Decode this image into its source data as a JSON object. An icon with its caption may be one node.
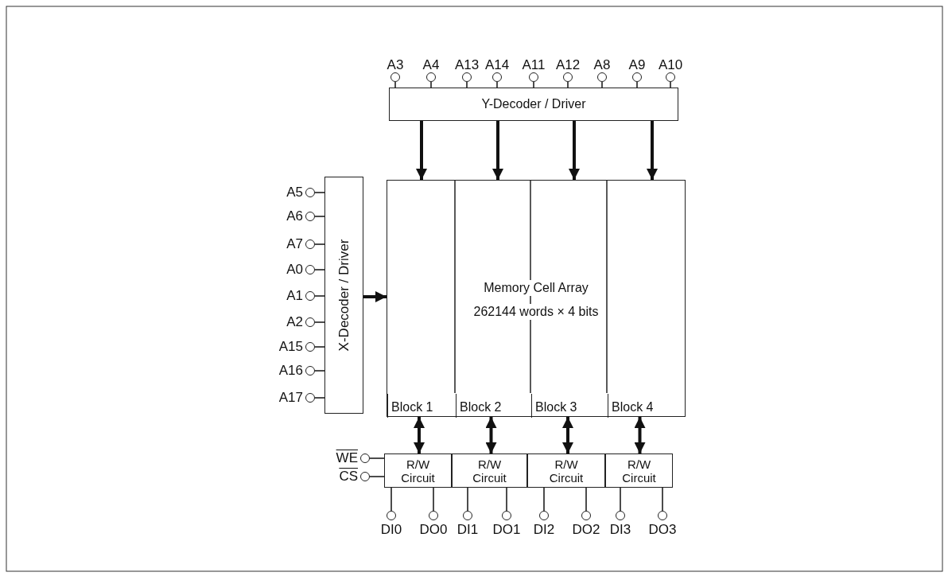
{
  "diagram": {
    "nodes": [
      {
        "text": [
          "Y-Decoder / Driver"
        ]
      },
      {
        "text": [
          "X-Decoder / Driver"
        ]
      },
      {
        "text": [
          "Memory Cell Array",
          "262144 words × 4 bits"
        ]
      },
      {
        "text": [
          "Block 1"
        ],
        "in": 2
      },
      {
        "text": [
          "Block 2"
        ],
        "in": 2
      },
      {
        "text": [
          "Block 3"
        ],
        "in": 2
      },
      {
        "text": [
          "Block 4"
        ],
        "in": 2
      },
      {
        "text": [
          "R/W Circuit"
        ]
      },
      {
        "text": [
          "R/W Circuit"
        ]
      },
      {
        "text": [
          "R/W Circuit"
        ]
      },
      {
        "text": [
          "R/W Circuit"
        ]
      },
      {
        "text": [],
        "shape": "circle",
        "beside": [
          "A3"
        ]
      },
      {
        "text": [],
        "shape": "circle",
        "beside": [
          "A4"
        ]
      },
      {
        "text": [],
        "shape": "circle",
        "beside": [
          "A13"
        ]
      },
      {
        "text": [],
        "shape": "circle",
        "beside": [
          "A14"
        ]
      },
      {
        "text": [],
        "shape": "circle",
        "beside": [
          "A11"
        ]
      },
      {
        "text": [],
        "shape": "circle",
        "beside": [
          "A12"
        ]
      },
      {
        "text": [],
        "shape": "circle",
        "beside": [
          "A8"
        ]
      },
      {
        "text": [],
        "shape": "circle",
        "beside": [
          "A9"
        ]
      },
      {
        "text": [],
        "shape": "circle",
        "beside": [
          "A10"
        ]
      },
      {
        "text": [],
        "shape": "circle",
        "beside": [
          "A5"
        ]
      },
      {
        "text": [],
        "shape": "circle",
        "beside": [
          "A6"
        ]
      },
      {
        "text": [],
        "shape": "circle",
        "beside": [
          "A7"
        ]
      },
      {
        "text": [],
        "shape": "circle",
        "beside": [
          "A0"
        ]
      },
      {
        "text": [],
        "shape": "circle",
        "beside": [
          "A1"
        ]
      },
      {
        "text": [],
        "shape": "circle",
        "beside": [
          "A2"
        ]
      },
      {
        "text": [],
        "shape": "circle",
        "beside": [
          "A15"
        ]
      },
      {
        "text": [],
        "shape": "circle",
        "beside": [
          "A16"
        ]
      },
      {
        "text": [],
        "shape": "circle",
        "beside": [
          "A17"
        ]
      },
      {
        "text": [],
        "shape": "circle",
        "beside": [
          "WE"
        ]
      },
      {
        "text": [],
        "shape": "circle",
        "beside": [
          "CS"
        ]
      },
      {
        "text": [],
        "shape": "circle",
        "beside": [
          "DI0"
        ]
      },
      {
        "text": [],
        "shape": "circle",
        "beside": [
          "DO0"
        ]
      },
      {
        "text": [],
        "shape": "circle",
        "beside": [
          "DI1"
        ]
      },
      {
        "text": [],
        "shape": "circle",
        "beside": [
          "DO1"
        ]
      },
      {
        "text": [],
        "shape": "circle",
        "beside": [
          "DI2"
        ]
      },
      {
        "text": [],
        "shape": "circle",
        "beside": [
          "DO2"
        ]
      },
      {
        "text": [],
        "shape": "circle",
        "beside": [
          "DI3"
        ]
      },
      {
        "text": [],
        "shape": "circle",
        "beside": [
          "DO3"
        ]
      }
    ],
    "edges": [
      {
        "from": 11,
        "to": 0,
        "arrow": "none"
      },
      {
        "from": 12,
        "to": 0,
        "arrow": "none"
      },
      {
        "from": 13,
        "to": 0,
        "arrow": "none"
      },
      {
        "from": 14,
        "to": 0,
        "arrow": "none"
      },
      {
        "from": 15,
        "to": 0,
        "arrow": "none"
      },
      {
        "from": 16,
        "to": 0,
        "arrow": "none"
      },
      {
        "from": 17,
        "to": 0,
        "arrow": "none"
      },
      {
        "from": 18,
        "to": 0,
        "arrow": "none"
      },
      {
        "from": 19,
        "to": 0,
        "arrow": "none"
      },
      {
        "from": 20,
        "to": 1,
        "arrow": "none"
      },
      {
        "from": 21,
        "to": 1,
        "arrow": "none"
      },
      {
        "from": 22,
        "to": 1,
        "arrow": "none"
      },
      {
        "from": 23,
        "to": 1,
        "arrow": "none"
      },
      {
        "from": 24,
        "to": 1,
        "arrow": "none"
      },
      {
        "from": 25,
        "to": 1,
        "arrow": "none"
      },
      {
        "from": 26,
        "to": 1,
        "arrow": "none"
      },
      {
        "from": 27,
        "to": 1,
        "arrow": "none"
      },
      {
        "from": 28,
        "to": 1,
        "arrow": "none"
      },
      {
        "from": 0,
        "to": 2,
        "arrow": "to",
        "style": "thick"
      },
      {
        "from": 0,
        "to": 2,
        "arrow": "to",
        "style": "thick"
      },
      {
        "from": 0,
        "to": 2,
        "arrow": "to",
        "style": "thick"
      },
      {
        "from": 0,
        "to": 2,
        "arrow": "to",
        "style": "thick"
      },
      {
        "from": 1,
        "to": 2,
        "arrow": "to",
        "style": "thick"
      },
      {
        "from": 3,
        "to": 7,
        "arrow": "both",
        "style": "thick"
      },
      {
        "from": 4,
        "to": 8,
        "arrow": "both",
        "style": "thick"
      },
      {
        "from": 5,
        "to": 9,
        "arrow": "both",
        "style": "thick"
      },
      {
        "from": 6,
        "to": 10,
        "arrow": "both",
        "style": "thick"
      },
      {
        "from": 29,
        "to": 7,
        "arrow": "none"
      },
      {
        "from": 30,
        "to": 7,
        "arrow": "none"
      },
      {
        "from": 7,
        "to": 31,
        "arrow": "none"
      },
      {
        "from": 7,
        "to": 32,
        "arrow": "none"
      },
      {
        "from": 8,
        "to": 33,
        "arrow": "none"
      },
      {
        "from": 8,
        "to": 34,
        "arrow": "none"
      },
      {
        "from": 9,
        "to": 35,
        "arrow": "none"
      },
      {
        "from": 9,
        "to": 36,
        "arrow": "none"
      },
      {
        "from": 10,
        "to": 37,
        "arrow": "none"
      },
      {
        "from": 10,
        "to": 38,
        "arrow": "none"
      }
    ]
  }
}
